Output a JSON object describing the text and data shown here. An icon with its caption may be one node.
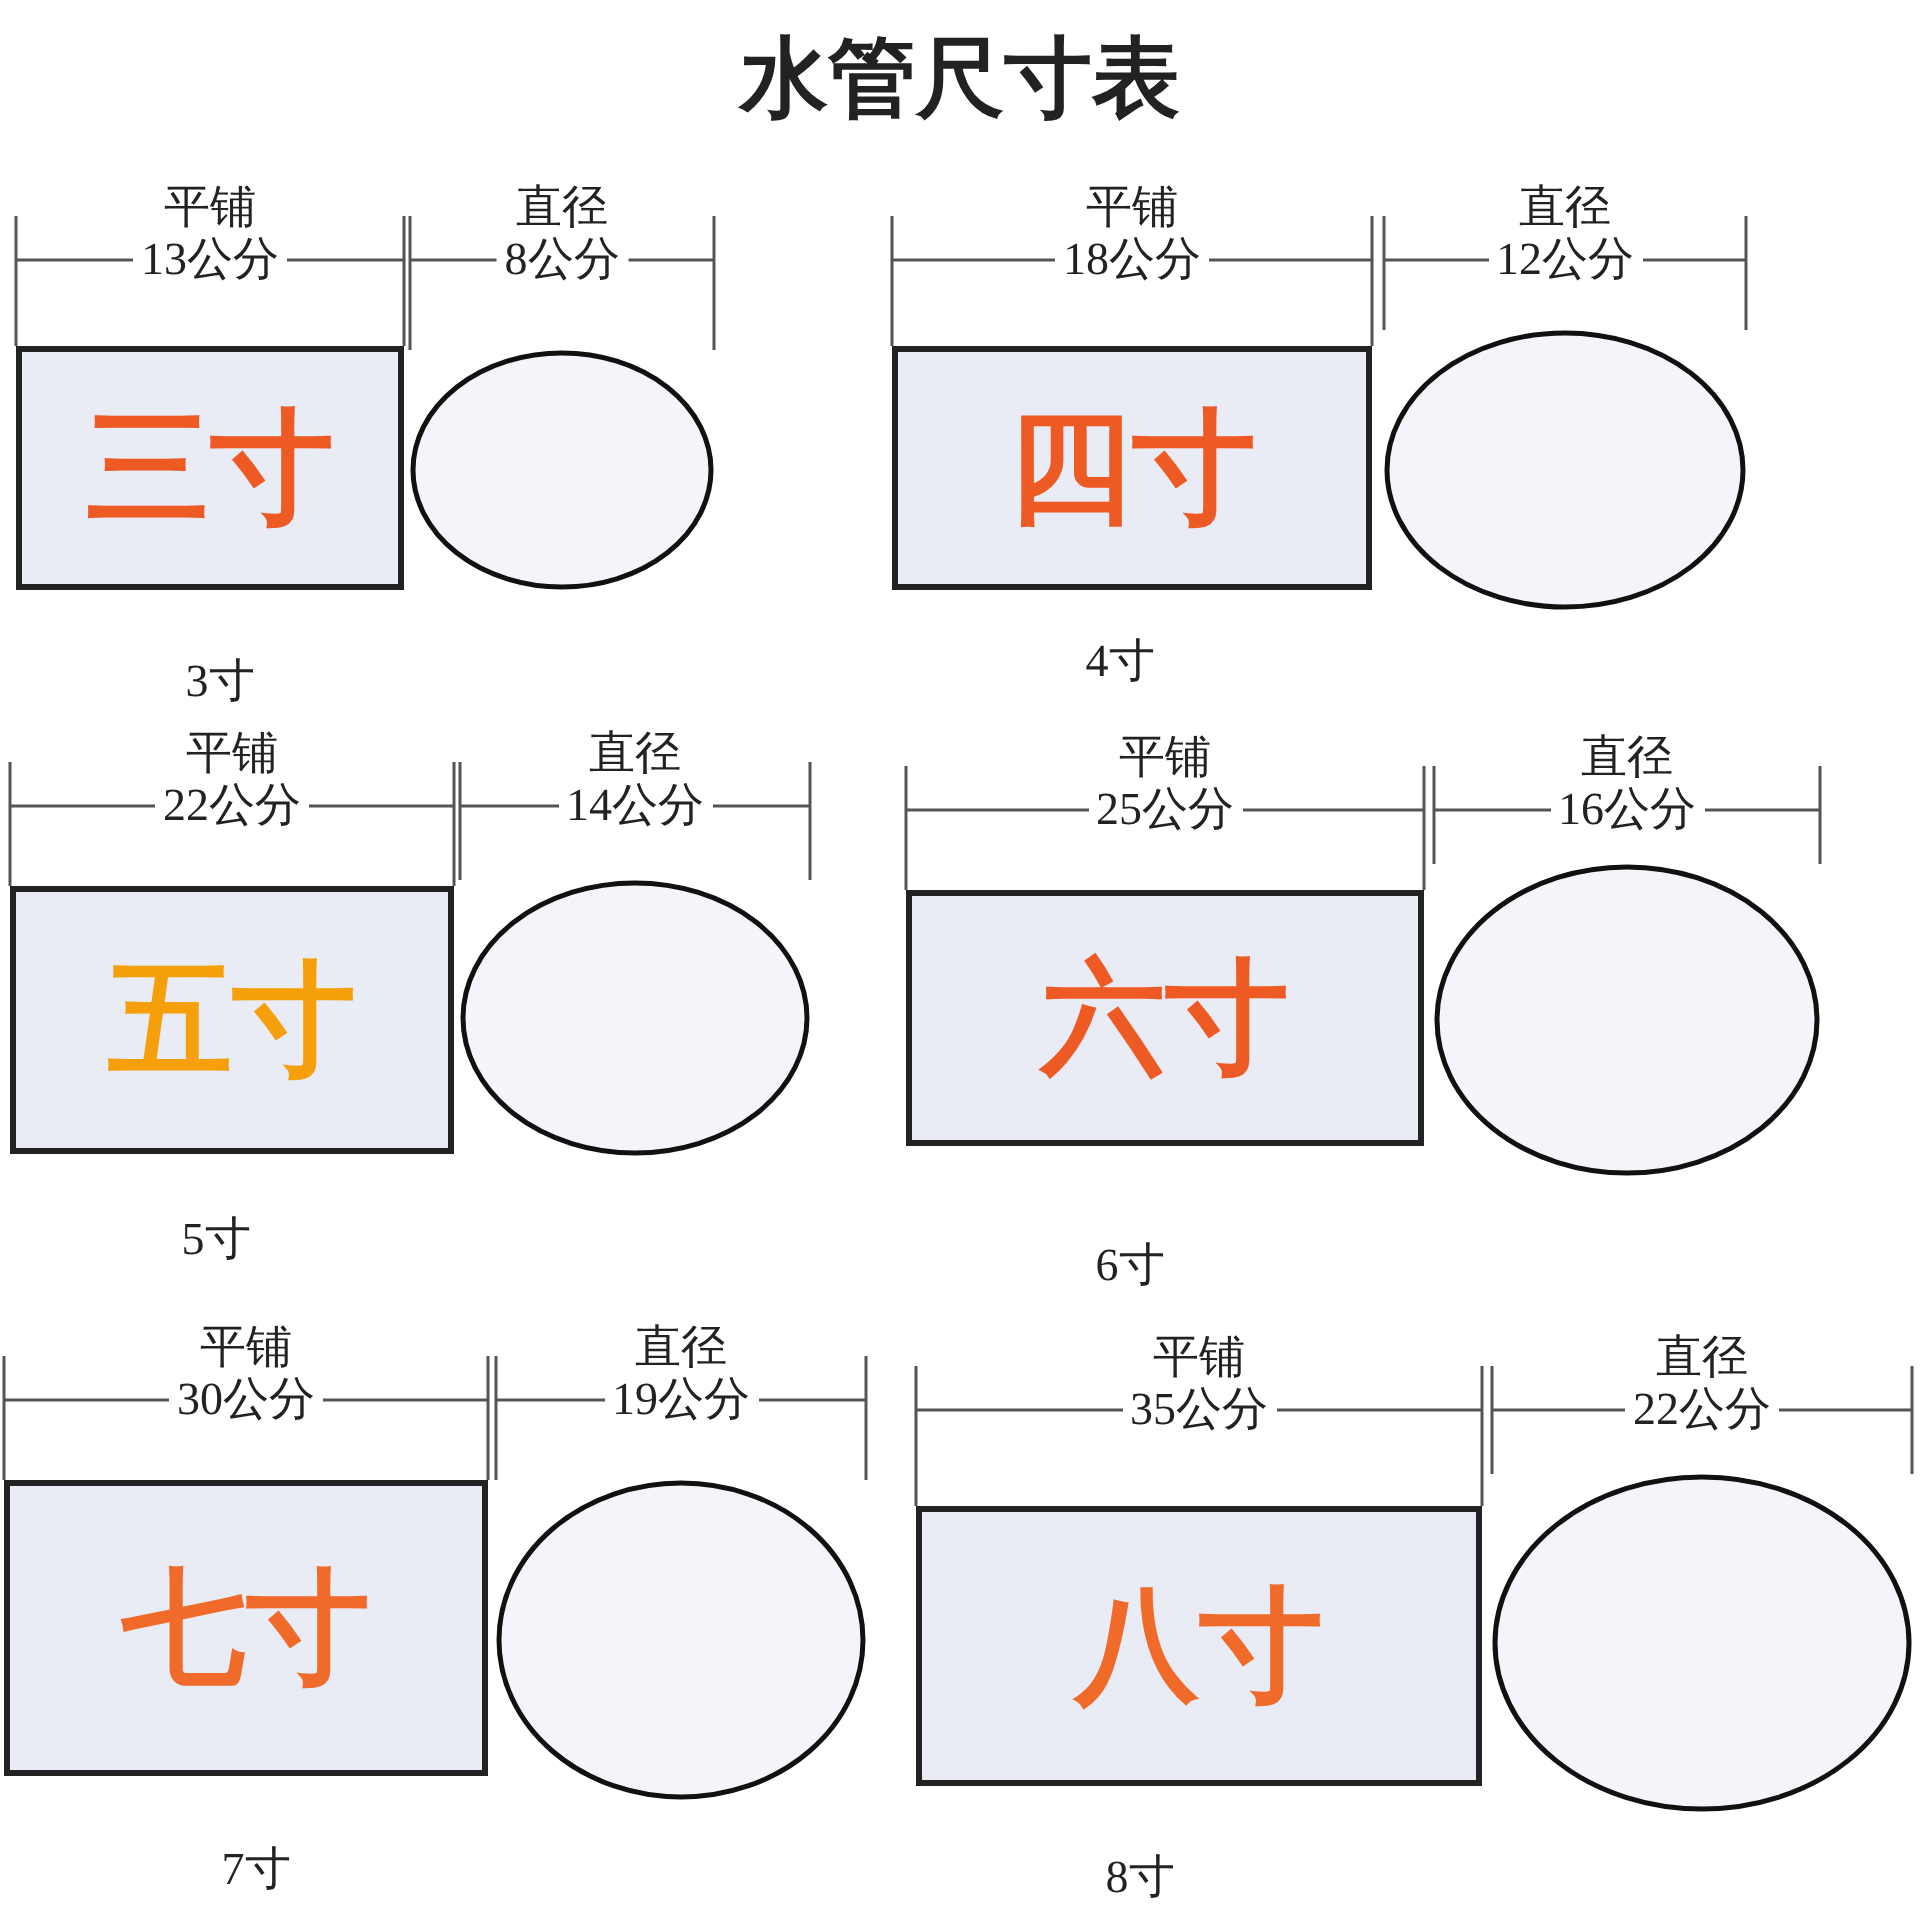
{
  "diagram": {
    "title": "水管尺寸表",
    "nodes": [
      {
        "text": [
          "三寸"
        ],
        "beside": [
          "3寸"
        ]
      },
      {
        "text": [],
        "shape": "circle"
      },
      {
        "text": [
          "四寸"
        ],
        "beside": [
          "4寸"
        ]
      },
      {
        "text": [],
        "shape": "circle"
      },
      {
        "text": [
          "五寸"
        ],
        "beside": [
          "5寸"
        ]
      },
      {
        "text": [],
        "shape": "circle"
      },
      {
        "text": [
          "六寸"
        ],
        "beside": [
          "6寸"
        ]
      },
      {
        "text": [],
        "shape": "circle"
      },
      {
        "text": [
          "七寸"
        ],
        "beside": [
          "7寸"
        ]
      },
      {
        "text": [],
        "shape": "circle"
      },
      {
        "text": [
          "八寸"
        ],
        "beside": [
          "8寸"
        ]
      },
      {
        "text": [],
        "shape": "circle"
      }
    ],
    "labels": [
      "平铺",
      "13公分",
      "直径",
      "8公分",
      "平铺",
      "18公分",
      "直径",
      "12公分",
      "平铺",
      "22公分",
      "直径",
      "14公分",
      "平铺",
      "25公分",
      "直径",
      "16公分",
      "平铺",
      "30公分",
      "直径",
      "19公分",
      "平铺",
      "35公分",
      "直径",
      "22公分"
    ]
  }
}
